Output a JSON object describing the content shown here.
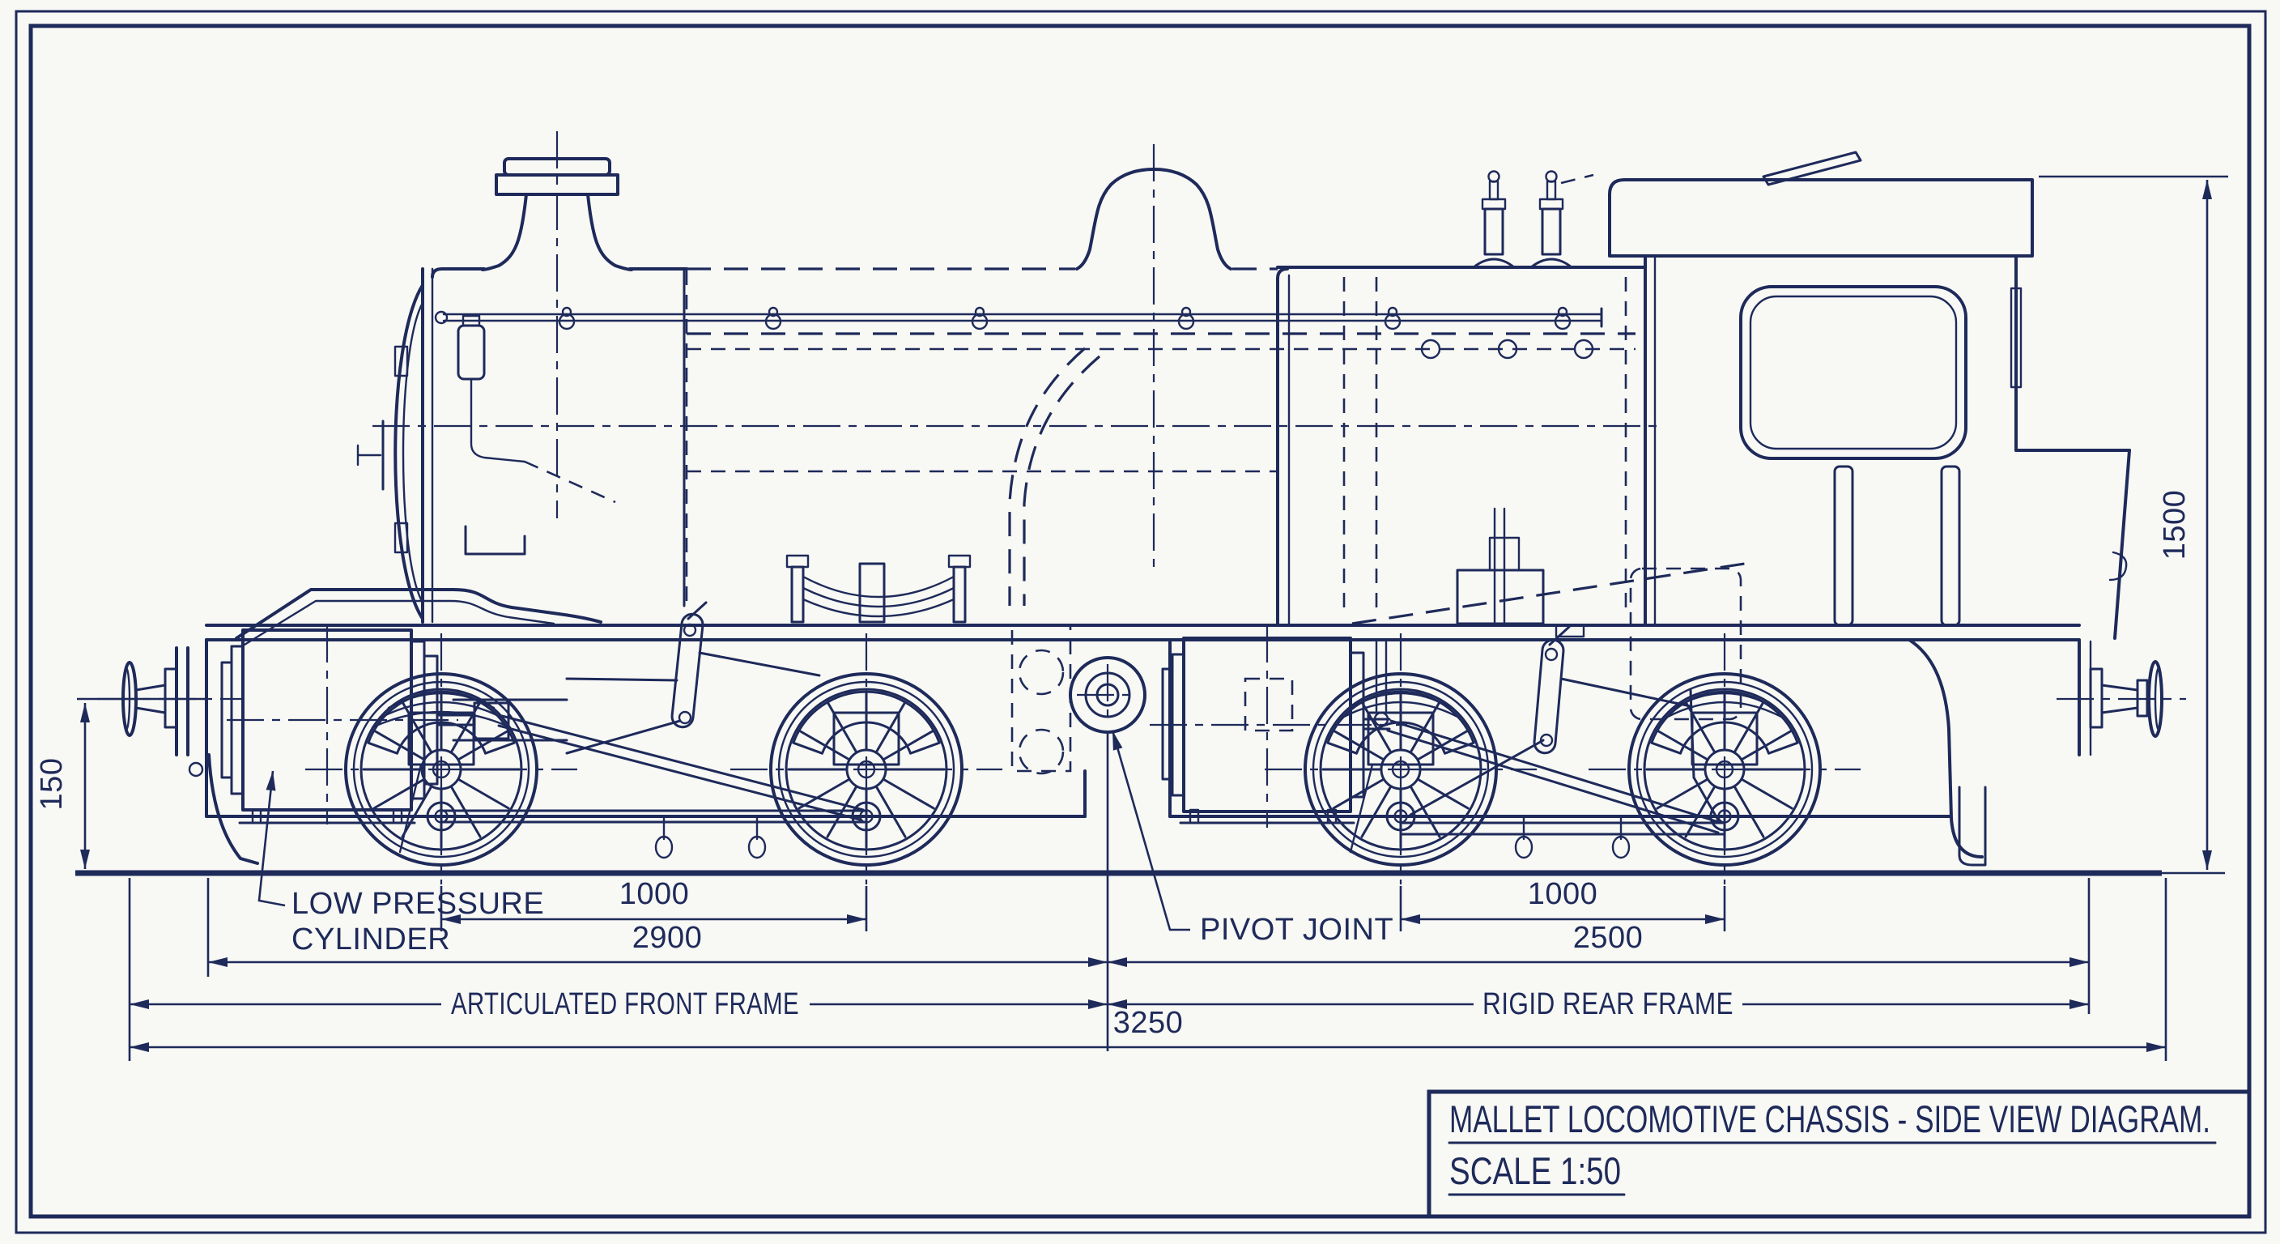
{
  "colors": {
    "ink": "#1e2a5a",
    "paper": "#f8f8f4"
  },
  "title_block": {
    "line1": "MALLET LOCOMOTIVE CHASSIS - SIDE VIEW DIAGRAM.",
    "line2": "SCALE 1:50"
  },
  "callouts": {
    "low_pressure_cylinder": {
      "line1": "LOW PRESSURE",
      "line2": "CYLINDER"
    },
    "pivot_joint": "PIVOT JOINT"
  },
  "dimensions": {
    "buffer_height": "150",
    "front_wheelbase": "1000",
    "rear_wheelbase": "1000",
    "front_frame_length": "2900",
    "rear_frame_length": "2500",
    "overall_length": "3250",
    "overall_height": "1500",
    "front_frame_label": "ARTICULATED FRONT FRAME",
    "rear_frame_label": "RIGID REAR FRAME"
  }
}
